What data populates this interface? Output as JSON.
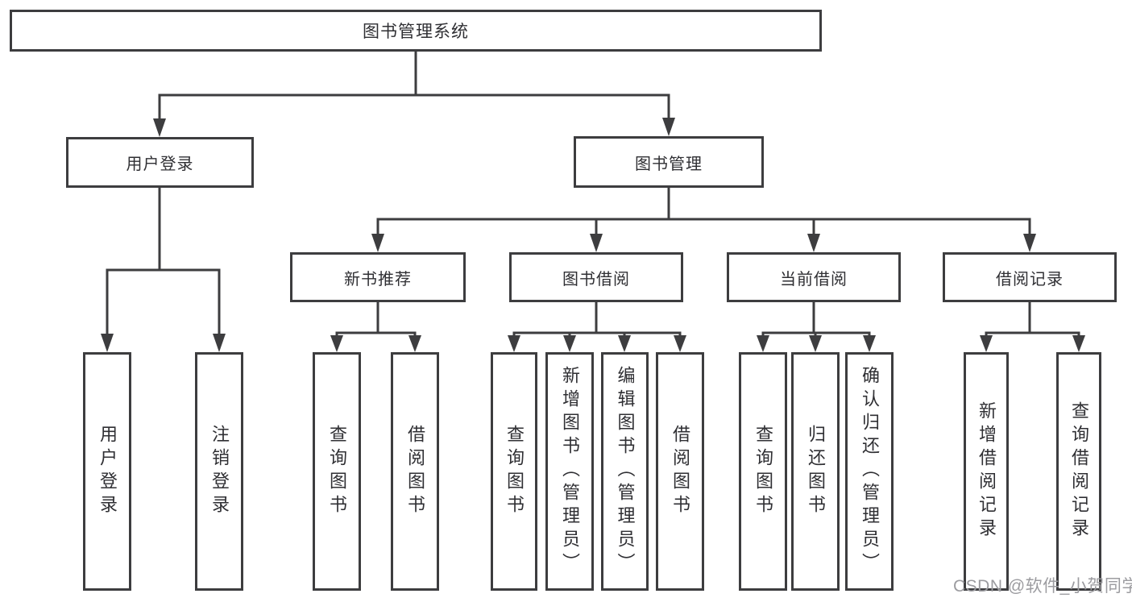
{
  "title": "图书管理系统",
  "colors": {
    "line": "#3d3d3f",
    "text": "#2f2f33",
    "bg": "#ffffff",
    "watermark": "#9c9ca0"
  },
  "watermark": {
    "text": "CSDN @软件_小贺同学"
  },
  "tree": {
    "root": {
      "label": "图书管理系统",
      "children": [
        {
          "label": "用户登录",
          "children": [
            {
              "label": "用户登录"
            },
            {
              "label": "注销登录"
            }
          ]
        },
        {
          "label": "图书管理",
          "children": [
            {
              "label": "新书推荐",
              "children": [
                {
                  "label": "查询图书"
                },
                {
                  "label": "借阅图书"
                }
              ]
            },
            {
              "label": "图书借阅",
              "children": [
                {
                  "label": "查询图书"
                },
                {
                  "label": "新增图书（管理员）"
                },
                {
                  "label": "编辑图书（管理员）"
                },
                {
                  "label": "借阅图书"
                }
              ]
            },
            {
              "label": "当前借阅",
              "children": [
                {
                  "label": "查询图书"
                },
                {
                  "label": "归还图书"
                },
                {
                  "label": "确认归还（管理员）"
                }
              ]
            },
            {
              "label": "借阅记录",
              "children": [
                {
                  "label": "新增借阅记录"
                },
                {
                  "label": "查询借阅记录"
                }
              ]
            }
          ]
        }
      ]
    }
  }
}
